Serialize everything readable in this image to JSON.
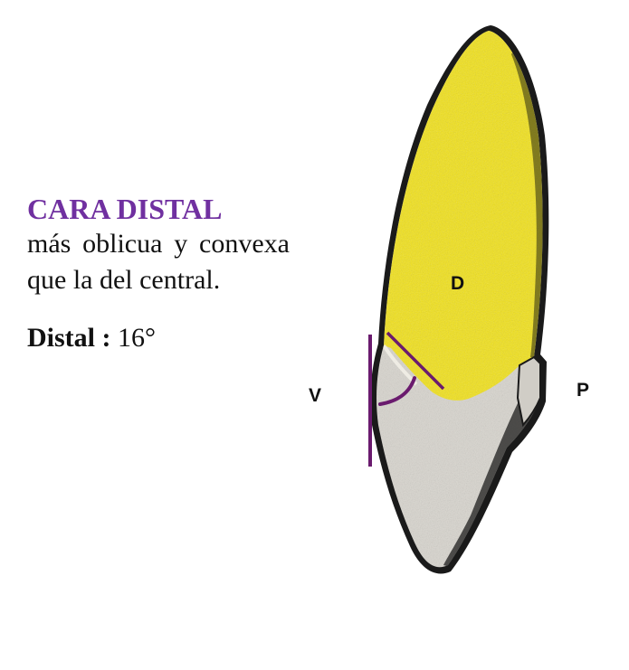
{
  "heading": "CARA DISTAL",
  "description": "más oblicua y convexa que la del central.",
  "angle": {
    "label": "Distal :",
    "value": "16°"
  },
  "labels": {
    "d": "D",
    "v": "V",
    "p": "P"
  },
  "colors": {
    "heading": "#7030A0",
    "root": "#F2E218",
    "crown": "#D9D6CF",
    "outline": "#111111",
    "angle_lines": "#6A1B6E"
  }
}
